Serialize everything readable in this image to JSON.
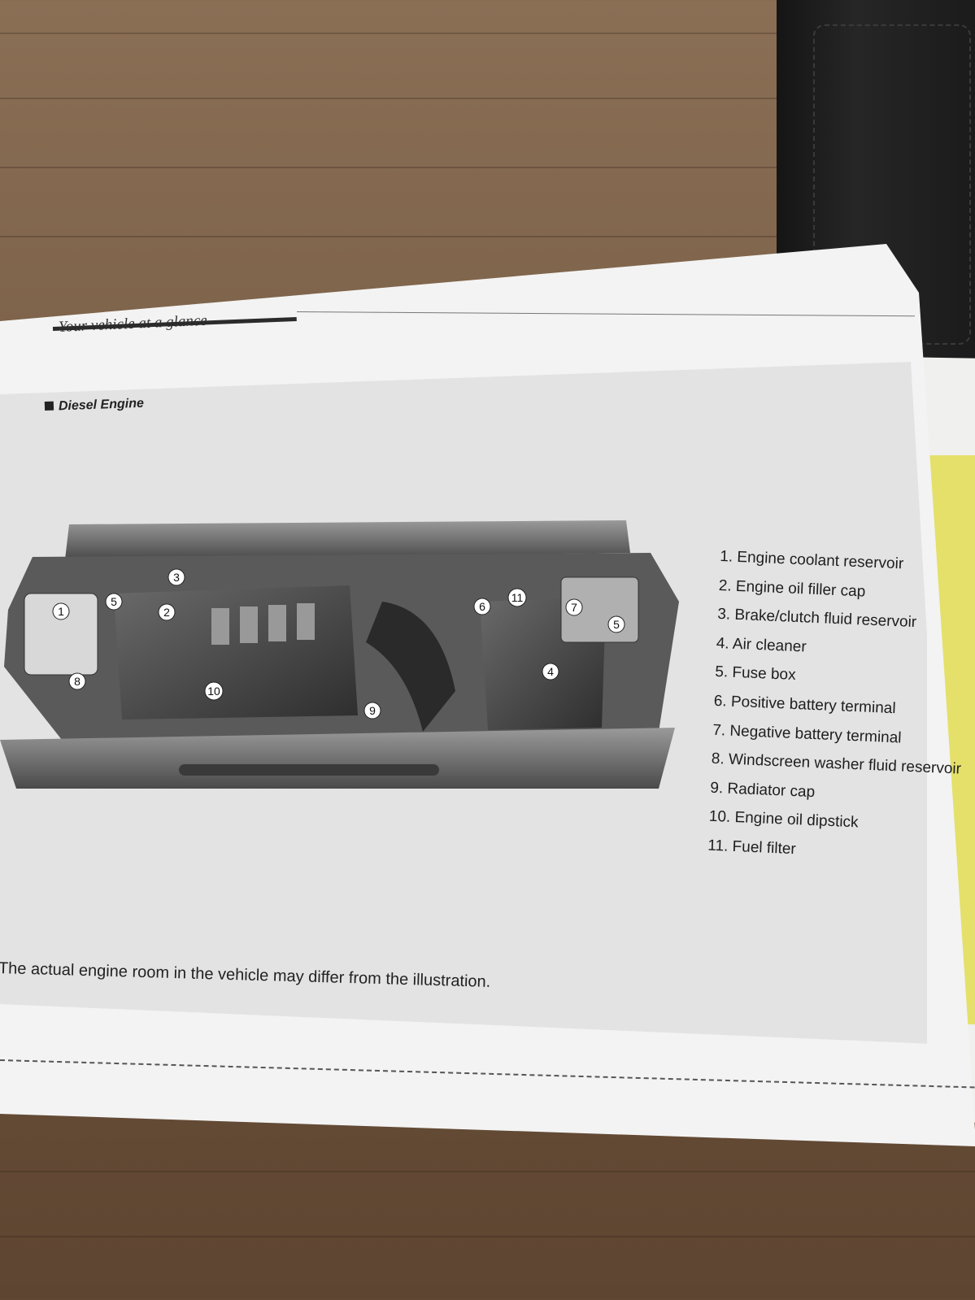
{
  "header": {
    "title": "Your vehicle at a glance"
  },
  "section": {
    "title": "Diesel Engine"
  },
  "callouts": [
    "1",
    "2",
    "3",
    "4",
    "5",
    "5",
    "6",
    "7",
    "8",
    "9",
    "10",
    "11"
  ],
  "legend": [
    "1. Engine coolant reservoir",
    "2. Engine oil filler cap",
    "3. Brake/clutch fluid reservoir",
    "4. Air cleaner",
    "5. Fuse box",
    "6. Positive battery terminal",
    "7. Negative battery terminal",
    "8. Windscreen washer fluid reservoir",
    "9. Radiator cap",
    "10. Engine oil dipstick",
    "11. Fuel filter"
  ],
  "caption": "The actual engine room in the vehicle may differ from the illustration."
}
